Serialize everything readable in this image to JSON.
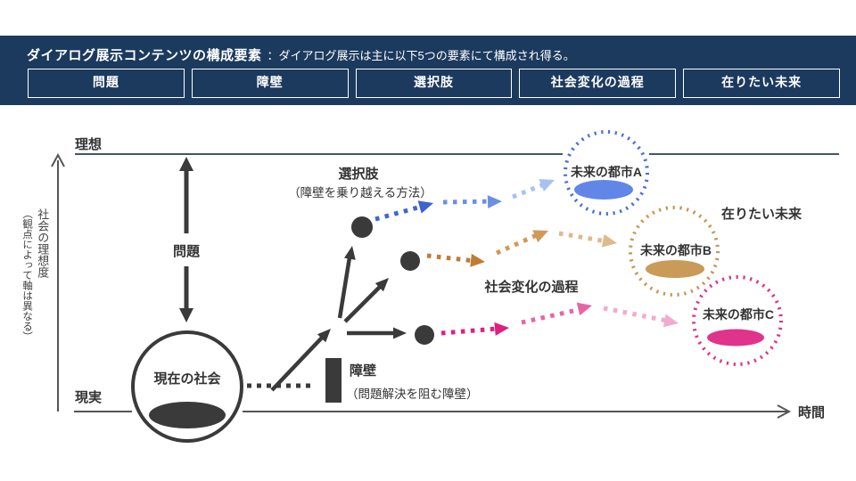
{
  "header": {
    "title": "ダイアログ展示コンテンツの構成要素",
    "subtitle": "：ダイアログ展示は主に以下5つの要素にて構成され得る。",
    "boxes": [
      "問題",
      "障壁",
      "選択肢",
      "社会変化の過程",
      "在りたい未来"
    ]
  },
  "diagram": {
    "y_axis_label_main": "社会の理想度",
    "y_axis_label_sub": "（観点によって軸は異なる）",
    "x_axis_label": "時間",
    "ideal_label": "理想",
    "reality_label": "現実",
    "current_society_label": "現在の社会",
    "problem_label": "問題",
    "barrier_label": "障壁",
    "barrier_note": "（問題解決を阻む障壁）",
    "options_label": "選択肢",
    "options_note": "（障壁を乗り越える方法）",
    "process_label": "社会変化の過程",
    "desired_future_label": "在りたい未来",
    "cities": [
      {
        "name": "未来の都市A",
        "color": "#4a6fd6",
        "fill": "#6186e8",
        "path_colors": [
          "#3f63d2",
          "#6c8fe2",
          "#a9c0f0"
        ]
      },
      {
        "name": "未来の都市B",
        "color": "#c8954f",
        "fill": "#ca9a58",
        "path_colors": [
          "#c07c32",
          "#cf9a55",
          "#ddba8b"
        ]
      },
      {
        "name": "未来の都市C",
        "color": "#d63789",
        "fill": "#e0338c",
        "path_colors": [
          "#e01f80",
          "#e765a7",
          "#f2abce"
        ]
      }
    ]
  },
  "palette": {
    "navy": "#1c3a5e",
    "ink": "#3a3a3a",
    "ideal_line": "#44546a",
    "text": "#333333"
  }
}
